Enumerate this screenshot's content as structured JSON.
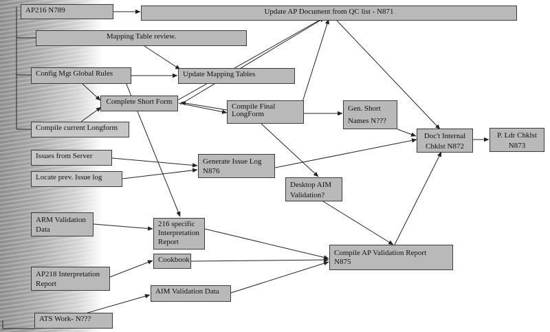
{
  "nodes": {
    "ap216": "AP216 N789",
    "update_ap_document": "Update AP Document  from QC list - N871",
    "mapping_review": "Mapping Table review.",
    "config_mgt": "Config Mgt Global Rules",
    "update_mapping": "Update Mapping Tables",
    "complete_short_form": "Complete Short Form",
    "compile_final": [
      "Compile Final",
      "LongForm"
    ],
    "gen_short_names": [
      "Gen. Short",
      "Names N???"
    ],
    "compile_current": "Compile current Longform",
    "docs_internal": [
      "Doc't Internal",
      "Chklst N872"
    ],
    "p_ldr": [
      "P. Ldr Chklst",
      "N873"
    ],
    "issues_server": "Issues from Server",
    "generate_issue_log": [
      "Generate Issue Log",
      "N876"
    ],
    "locate_issue_log": "Locate prev. Issue log",
    "desktop_aim": [
      "Desktop AIM",
      "Validation?"
    ],
    "arm_validation": [
      "ARM Validation",
      "Data"
    ],
    "interp_216": [
      "216 specific",
      "Interpretation",
      "Report"
    ],
    "compile_ap_validation": [
      "Compile AP Validation Report",
      "N875"
    ],
    "ap218_interp": [
      "AP218 Interpretation",
      "Report"
    ],
    "cookbook": "Cookbook",
    "aim_validation_data": "AIM Validation Data",
    "ats_work": "ATS Work- N???"
  }
}
